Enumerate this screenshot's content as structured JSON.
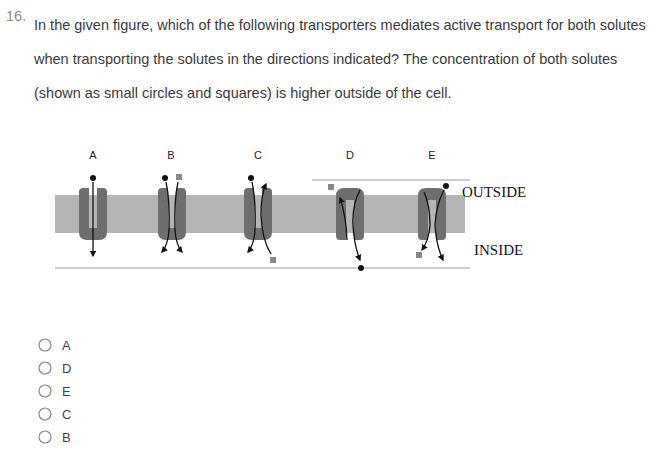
{
  "diagram": {
    "labels": [
      "16.",
      "In the given figure, which of the following transporters mediates active transport for both solutes when transporting the solutes in the directions indicated? The concentration of both solutes (shown as small circles and squares) is higher outside of the cell.",
      "A",
      "B",
      "C",
      "D",
      "E",
      "OUTSIDE",
      "INSIDE",
      "A",
      "D",
      "E",
      "C",
      "B"
    ]
  }
}
